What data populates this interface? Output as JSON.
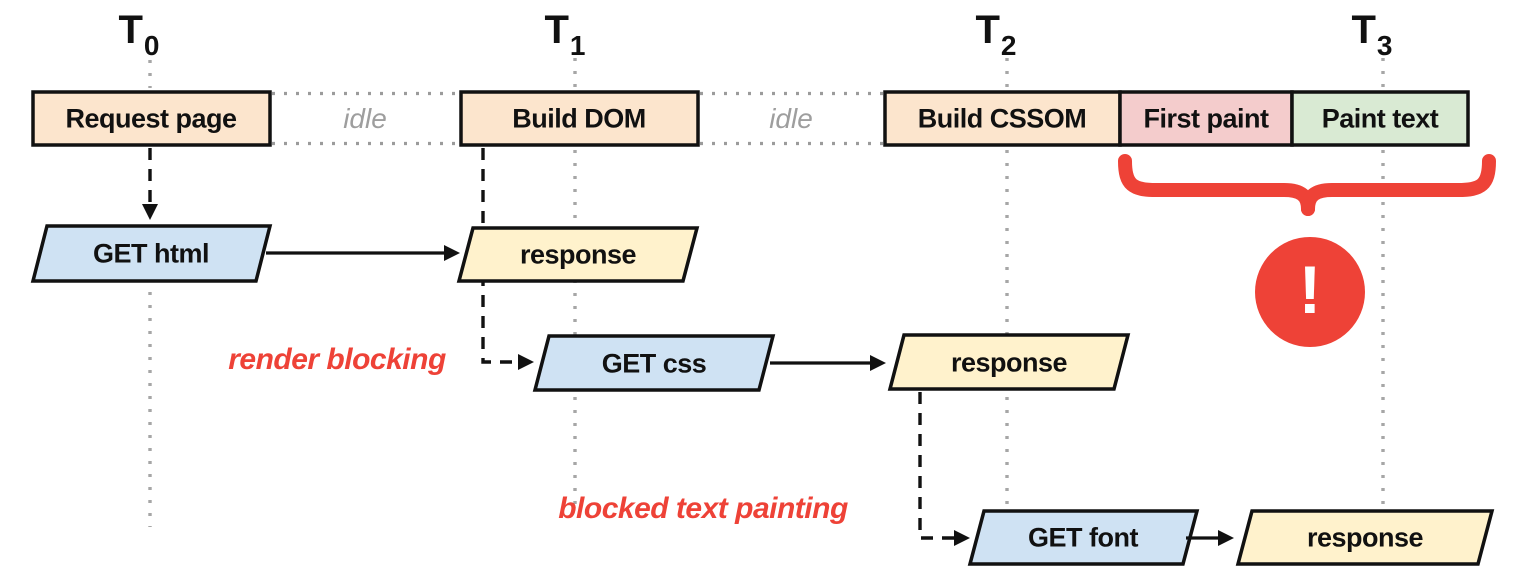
{
  "colors": {
    "task_fill": "#fce5cd",
    "first_paint_fill": "#f4cccc",
    "paint_text_fill": "#d9ead3",
    "request_fill": "#cfe2f3",
    "response_fill": "#fff2cc",
    "stroke": "#111111",
    "accent_red": "#ee4237",
    "gray_dotted": "#a6a6a6",
    "idle_text": "#9e9e9e"
  },
  "timeline_markers": {
    "t0": {
      "main": "T",
      "sub": "0"
    },
    "t1": {
      "main": "T",
      "sub": "1"
    },
    "t2": {
      "main": "T",
      "sub": "2"
    },
    "t3": {
      "main": "T",
      "sub": "3"
    }
  },
  "main_track": {
    "request_page": "Request page",
    "idle_1": "idle",
    "build_dom": "Build DOM",
    "idle_2": "idle",
    "build_cssom": "Build CSSOM",
    "first_paint": "First paint",
    "paint_text": "Paint text"
  },
  "network": {
    "get_html": "GET html",
    "response_html": "response",
    "get_css": "GET css",
    "response_css": "response",
    "get_font": "GET font",
    "response_font": "response"
  },
  "annotations": {
    "render_blocking": "render blocking",
    "blocked_text_painting": "blocked text painting",
    "warning_mark": "!"
  }
}
